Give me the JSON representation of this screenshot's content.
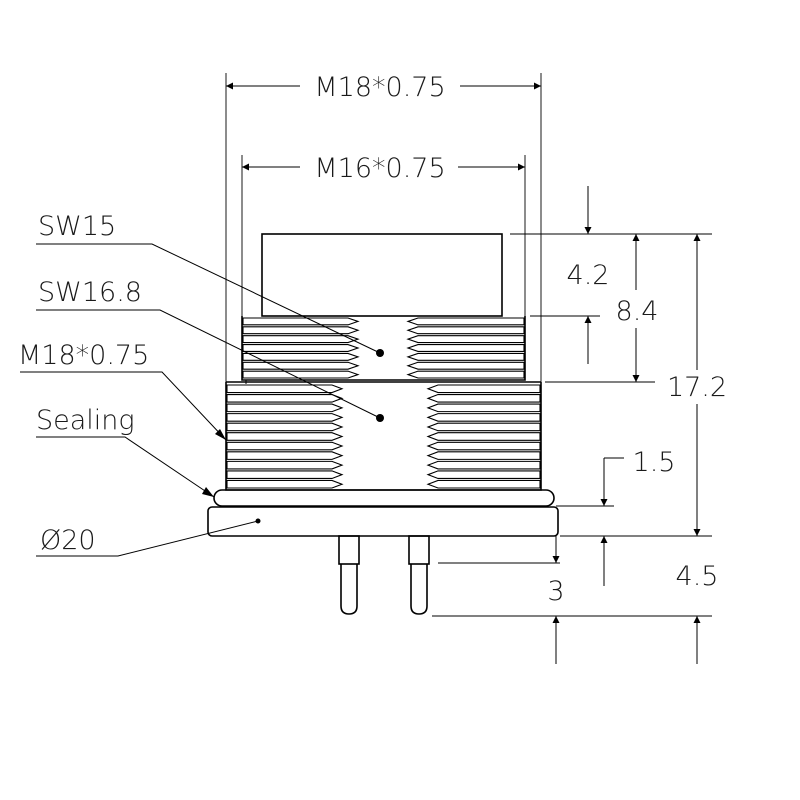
{
  "labels": {
    "thread_outer_top": "M18*0.75",
    "thread_inner_top": "M16*0.75",
    "sw_small": "SW15",
    "sw_large": "SW16.8",
    "thread_side": "M18*0.75",
    "sealing": "Sealing",
    "diameter": "Ø20"
  },
  "dimensions": {
    "cap_height": "4.2",
    "upper_height": "8.4",
    "total_height": "17.2",
    "flange_thickness": "1.5",
    "pin_length": "3",
    "lower_height": "4.5"
  }
}
